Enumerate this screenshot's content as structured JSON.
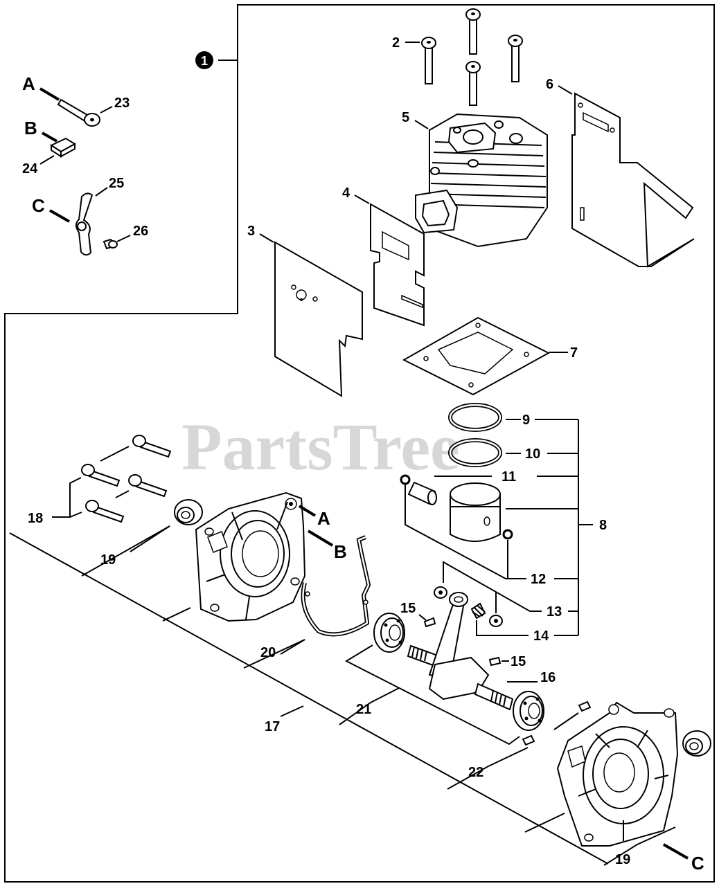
{
  "watermark": "PartsTree",
  "callouts": {
    "assembly": "1",
    "a": "A",
    "b": "B",
    "c": "C",
    "p2": "2",
    "p3": "3",
    "p4": "4",
    "p5": "5",
    "p6": "6",
    "p7": "7",
    "p8": "8",
    "p9": "9",
    "p10": "10",
    "p11": "11",
    "p12": "12",
    "p13": "13",
    "p14": "14",
    "p15": "15",
    "p16": "16",
    "p17": "17",
    "p18": "18",
    "p19": "19",
    "p20": "20",
    "p21": "21",
    "p22": "22",
    "p23": "23",
    "p24": "24",
    "p25": "25",
    "p26": "26"
  }
}
